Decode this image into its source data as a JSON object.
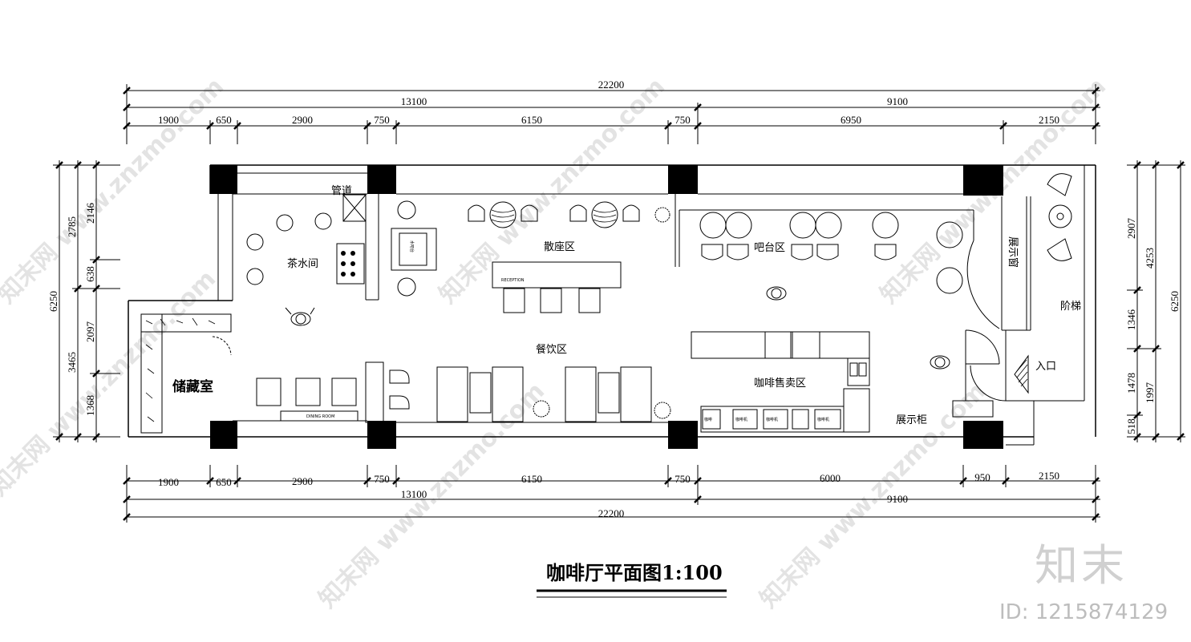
{
  "drawing": {
    "title": "咖啡厅平面图1:100",
    "scale_note": "1:100"
  },
  "dimensions": {
    "top_total": "22200",
    "top_sub": [
      "13100",
      "9100"
    ],
    "top_segments": [
      "1900",
      "650",
      "2900",
      "750",
      "6150",
      "750",
      "6950",
      "2150"
    ],
    "bottom_segments": [
      "1900",
      "650",
      "2900",
      "750",
      "6150",
      "750",
      "6000",
      "950",
      "2150"
    ],
    "bottom_sub": [
      "13100",
      "9100"
    ],
    "bottom_total": "22200",
    "left_outer": "6250",
    "left_mid": [
      "2785",
      "3465"
    ],
    "left_inner": [
      "2146",
      "638",
      "2097",
      "1368"
    ],
    "right_outer": "6250",
    "right_mid": [
      "4253",
      "1997"
    ],
    "right_inner": [
      "2907",
      "1346",
      "1478",
      "518"
    ]
  },
  "rooms": {
    "tea_room": "茶水间",
    "pipe": "管道",
    "loose_seating": "散座区",
    "bar_area": "吧台区",
    "dining_area": "餐饮区",
    "storage": "储藏室",
    "coffee_sales": "咖啡售卖区",
    "display_cabinet": "展示柜",
    "display_window": "展示窗",
    "stairs": "阶梯",
    "entrance": "入口",
    "water_bar": "水吧台"
  },
  "small_labels": {
    "reception_sign": "RECEPTION",
    "dining_sign": "DINING ROOM",
    "counter_items": [
      "咖啡",
      "咖啡机",
      "咖啡机",
      "咖啡机"
    ]
  },
  "watermark": {
    "logo": "知末",
    "id": "ID: 1215874129",
    "diag_text": "知末网 www.znzmo.com"
  }
}
